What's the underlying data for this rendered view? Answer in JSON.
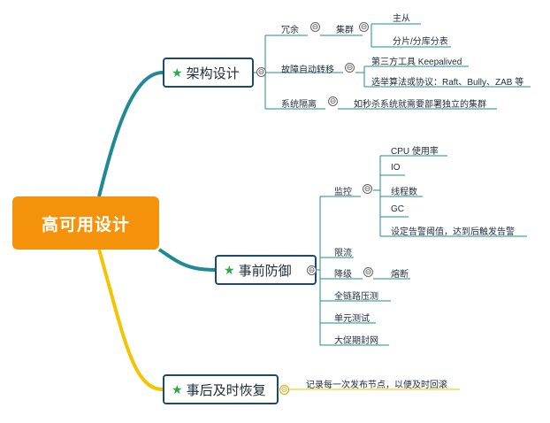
{
  "root": {
    "label": "高可用设计"
  },
  "branches": {
    "arch": {
      "label": "架构设计",
      "redundancy": {
        "label": "冗余",
        "cluster": {
          "label": "集群",
          "children": [
            "主从",
            "分片/分库分表"
          ]
        }
      },
      "failover": {
        "label": "故障自动转移",
        "children": [
          "第三方工具 Keepalived",
          "选举算法或协议：Raft、Bully、ZAB 等"
        ]
      },
      "isolation": {
        "label": "系统隔离",
        "note": "如秒杀系统就需要部署独立的集群"
      }
    },
    "prevent": {
      "label": "事前防御",
      "monitor": {
        "label": "监控",
        "children": [
          "CPU 使用率",
          "IO",
          "线程数",
          "GC",
          "设定告警阈值，达到后触发告警"
        ]
      },
      "ratelimit": {
        "label": "限流"
      },
      "degrade": {
        "label": "降级",
        "children": [
          "熔断"
        ]
      },
      "others": [
        "全链路压测",
        "单元测试",
        "大促期封网"
      ]
    },
    "recover": {
      "label": "事后及时恢复",
      "note": "记录每一次发布节点，以便及时回滚"
    }
  },
  "collapse_symbol": "⊖",
  "colors": {
    "root": "#f4920b",
    "arch": "#1f8a94",
    "prevent": "#1f8a94",
    "recover": "#f2c500",
    "border": "#1d4a6b",
    "star": "#2aa84a"
  }
}
